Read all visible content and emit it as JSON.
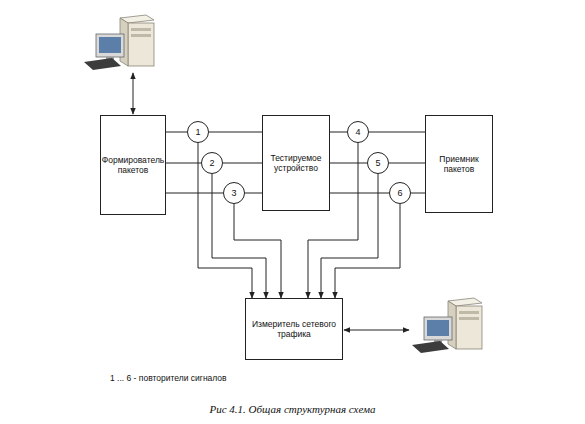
{
  "diagram": {
    "caption": "Рис 4.1. Общая структурная схема",
    "nodes": [
      {
        "text": [
          "Формирователь пакетов"
        ]
      },
      {
        "text": [
          "1"
        ]
      },
      {
        "text": [
          "2"
        ]
      },
      {
        "text": [
          "3"
        ]
      },
      {
        "text": [
          "Тестируемое устройство"
        ]
      },
      {
        "text": [
          "4"
        ]
      },
      {
        "text": [
          "5"
        ]
      },
      {
        "text": [
          "6"
        ]
      },
      {
        "text": [
          "Приемник пакетов"
        ]
      },
      {
        "text": [
          "Измеритель сетевого трафика"
        ]
      }
    ],
    "edges": [
      {
        "from": 0,
        "to": 1,
        "arrow": "none"
      },
      {
        "from": 1,
        "to": 4,
        "arrow": "none"
      },
      {
        "from": 0,
        "to": 2,
        "arrow": "none"
      },
      {
        "from": 2,
        "to": 4,
        "arrow": "none"
      },
      {
        "from": 0,
        "to": 3,
        "arrow": "none"
      },
      {
        "from": 3,
        "to": 4,
        "arrow": "none"
      },
      {
        "from": 4,
        "to": 5,
        "arrow": "none"
      },
      {
        "from": 5,
        "to": 8,
        "arrow": "none"
      },
      {
        "from": 4,
        "to": 6,
        "arrow": "none"
      },
      {
        "from": 6,
        "to": 8,
        "arrow": "none"
      },
      {
        "from": 4,
        "to": 7,
        "arrow": "none"
      },
      {
        "from": 7,
        "to": 8,
        "arrow": "none"
      },
      {
        "from": 1,
        "to": 9,
        "arrow": "to"
      },
      {
        "from": 2,
        "to": 9,
        "arrow": "to"
      },
      {
        "from": 3,
        "to": 9,
        "arrow": "to"
      },
      {
        "from": 5,
        "to": 9,
        "arrow": "to"
      },
      {
        "from": 6,
        "to": 9,
        "arrow": "to"
      },
      {
        "from": 7,
        "to": 9,
        "arrow": "to"
      }
    ],
    "labels": [
      "1 ... 6 - повторители сигналов"
    ]
  }
}
